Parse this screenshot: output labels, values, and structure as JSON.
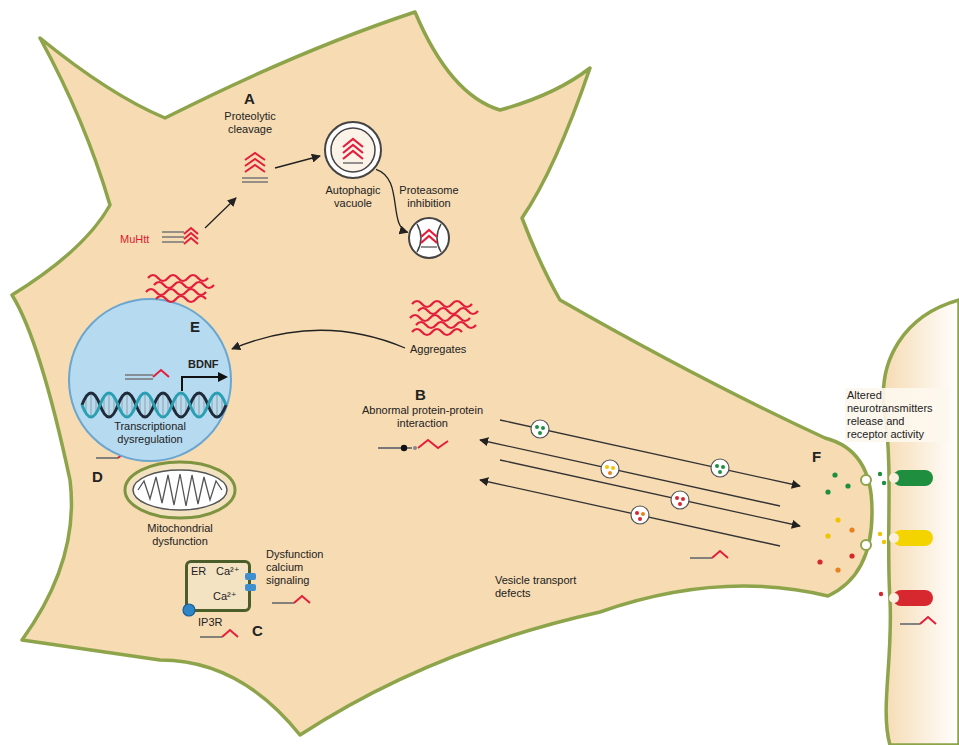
{
  "diagram": {
    "nodes": [
      {
        "text": [
          "Autophagic vacuole"
        ]
      },
      {
        "text": [
          "Proteasome inhibition"
        ]
      },
      {
        "text": [
          "E",
          "BDNF",
          "Transcriptional dysregulation"
        ]
      },
      {
        "text": [
          "ER",
          "Ca²⁺",
          "Ca²⁺"
        ]
      }
    ],
    "edges": [
      {
        "from": 0,
        "to": 1,
        "arrow": "to"
      }
    ],
    "labels": [
      "A",
      "Proteolytic cleavage",
      "MuHtt",
      "Aggregates",
      "B",
      "Abnormal protein-protein interaction",
      "D",
      "Mitochondrial dysfunction",
      "IP3R",
      "C",
      "Dysfunction calcium signaling",
      "Vesicle transport defects",
      "F",
      "Altered neurotransmitters release and receptor activity"
    ]
  }
}
